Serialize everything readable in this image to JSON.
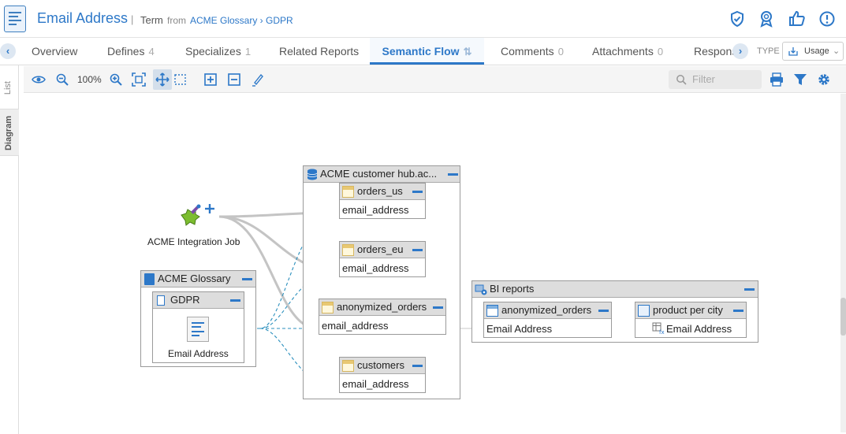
{
  "header": {
    "title": "Email Address",
    "divider": "|",
    "type": "Term",
    "from": "from",
    "path": "ACME Glossary › GDPR"
  },
  "tabs": [
    {
      "label": "Overview",
      "count": ""
    },
    {
      "label": "Defines",
      "count": "4"
    },
    {
      "label": "Specializes",
      "count": "1"
    },
    {
      "label": "Related Reports",
      "count": ""
    },
    {
      "label": "Semantic Flow",
      "count": "⇅"
    },
    {
      "label": "Comments",
      "count": "0"
    },
    {
      "label": "Attachments",
      "count": "0"
    },
    {
      "label": "Respons",
      "count": ""
    }
  ],
  "type_filter": {
    "label": "TYPE",
    "value": "Usage"
  },
  "side_tabs": {
    "list": "List",
    "diagram": "Diagram"
  },
  "toolbar": {
    "zoom": "100%",
    "filter_placeholder": "Filter"
  },
  "colors": {
    "accent": "#2d78c8",
    "flow_solid": "#c4c4c4",
    "flow_dashed": "#2a8fbd"
  },
  "diagram": {
    "integration_job": {
      "label": "ACME Integration Job"
    },
    "glossary": {
      "title": "ACME Glossary",
      "sub": "GDPR",
      "term": "Email Address"
    },
    "hub": {
      "title": "ACME customer hub.ac...",
      "tables": [
        {
          "name": "orders_us",
          "field": "email_address"
        },
        {
          "name": "orders_eu",
          "field": "email_address"
        },
        {
          "name": "anonymized_orders",
          "field": "email_address"
        },
        {
          "name": "customers",
          "field": "email_address"
        }
      ]
    },
    "bi": {
      "title": "BI reports",
      "dataset": {
        "name": "anonymized_orders",
        "field": "Email Address"
      },
      "report": {
        "name": "product per city",
        "field": "Email Address"
      }
    }
  }
}
